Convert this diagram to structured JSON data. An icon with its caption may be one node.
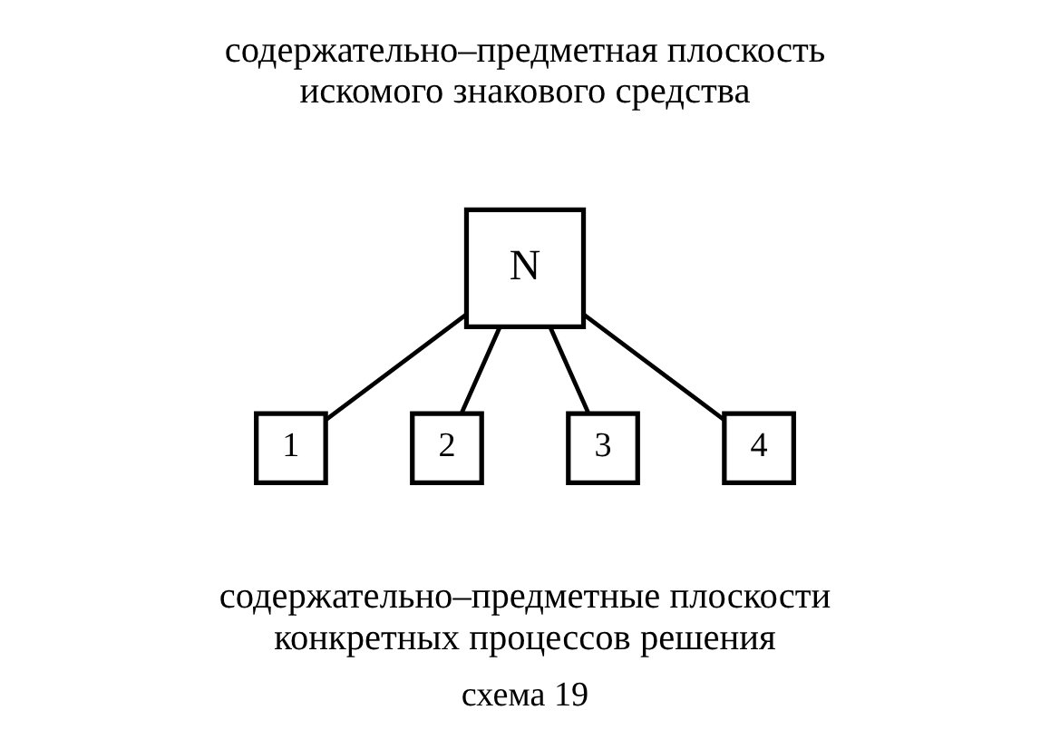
{
  "diagram": {
    "caption": "схема 19",
    "nodes": [
      {
        "text": [
          "N"
        ],
        "beside": [
          "содержательно–предметная плоскость искомого знакового средства"
        ]
      },
      {
        "text": [
          "1"
        ]
      },
      {
        "text": [
          "2"
        ]
      },
      {
        "text": [
          "3"
        ]
      },
      {
        "text": [
          "4"
        ]
      }
    ],
    "edges": [
      {
        "from": 0,
        "to": 1,
        "arrow": "none"
      },
      {
        "from": 0,
        "to": 2,
        "arrow": "none"
      },
      {
        "from": 0,
        "to": 3,
        "arrow": "none"
      },
      {
        "from": 0,
        "to": 4,
        "arrow": "none"
      }
    ],
    "labels": [
      "содержательно–предметные плоскости конкретных процессов решения"
    ]
  }
}
